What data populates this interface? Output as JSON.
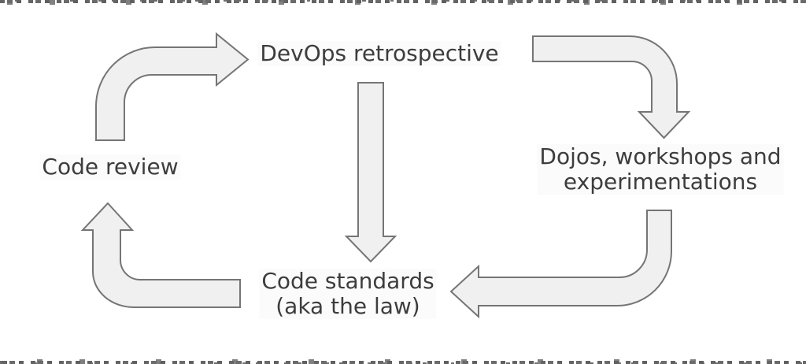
{
  "diagram": {
    "nodes": [
      {
        "id": "devops-retrospective",
        "label": "DevOps retrospective"
      },
      {
        "id": "dojos-workshops",
        "line1": "Dojos, workshops and",
        "line2": "experimentations"
      },
      {
        "id": "code-standards",
        "line1": "Code standards",
        "line2": "(aka the law)"
      },
      {
        "id": "code-review",
        "label": "Code review"
      }
    ],
    "arrows": [
      {
        "from": "Code review",
        "to": "DevOps retrospective",
        "shape": "elbow up then right",
        "description": "arrow from Code review to DevOps retrospective"
      },
      {
        "from": "DevOps retrospective",
        "to": "Dojos, workshops and experimentations",
        "shape": "elbow right then down",
        "description": "arrow from DevOps retrospective to Dojos, workshops and experimentations"
      },
      {
        "from": "DevOps retrospective",
        "to": "Code standards (aka the law)",
        "shape": "straight down",
        "description": "arrow from DevOps retrospective to Code standards"
      },
      {
        "from": "Dojos, workshops and experimentations",
        "to": "Code standards (aka the law)",
        "shape": "elbow down then left",
        "description": "arrow from Dojos, workshops and experimentations to Code standards"
      },
      {
        "from": "Code standards (aka the law)",
        "to": "Code review",
        "shape": "elbow left then up",
        "description": "arrow from Code standards to Code review"
      }
    ],
    "colors": {
      "background": "#ffffff",
      "arrow_fill": "#f0f0f0",
      "arrow_stroke": "#757575",
      "text": "#3d3d3d"
    }
  }
}
